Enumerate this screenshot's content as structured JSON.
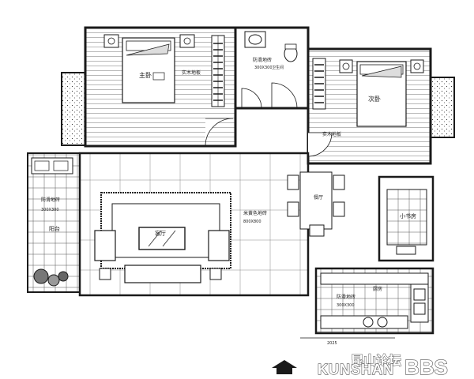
{
  "plan": {
    "master_bedroom": {
      "name": "主卧",
      "floor": "实木地板"
    },
    "bathroom": {
      "name": "卫生间",
      "floor": "防滑地砖",
      "size": "300X300"
    },
    "second_bedroom": {
      "name": "次卧",
      "floor": "实木地板"
    },
    "balcony": {
      "name": "阳台",
      "floor": "防滑地砖",
      "size": "300X300"
    },
    "living_room": {
      "name": "客厅"
    },
    "living_dining_floor": {
      "name": "米黄色地砖",
      "size": "800X800"
    },
    "dining": {
      "name": "餐厅"
    },
    "study": {
      "name": "小书房"
    },
    "kitchen": {
      "name": "厨房",
      "floor": "防滑地砖",
      "size": "300X300"
    },
    "dimension": "2025"
  },
  "watermark": {
    "cn": "昆山论坛",
    "en": "KUNSHAN",
    "bbs": "BBS"
  },
  "colors": {
    "line": "#1a1a1a",
    "hatch": "#444444",
    "bg": "#ffffff"
  }
}
